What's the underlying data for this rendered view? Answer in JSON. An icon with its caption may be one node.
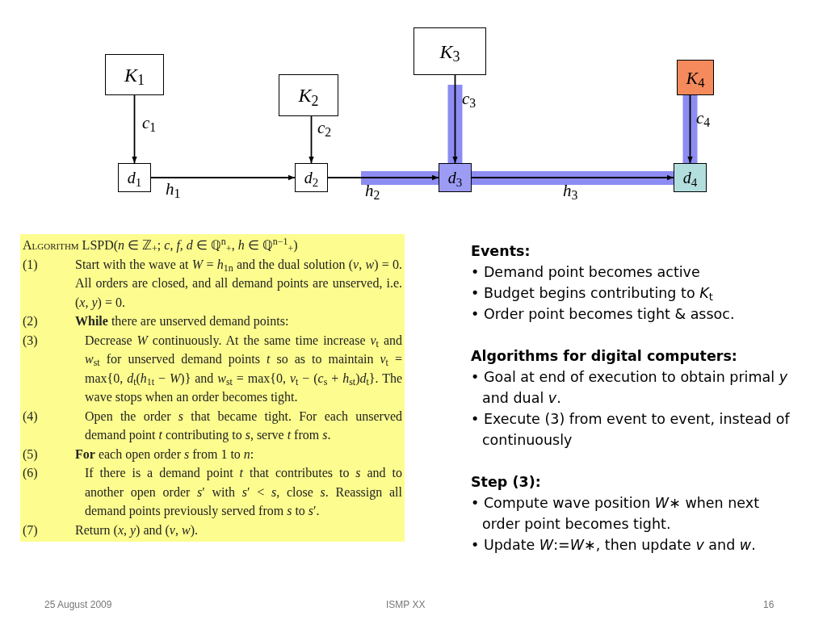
{
  "diagram": {
    "nodes": [
      {
        "text": [
          "*K*$_{1}$"
        ]
      },
      {
        "text": [
          "*K*$_{2}$"
        ]
      },
      {
        "text": [
          "*K*$_{3}$"
        ]
      },
      {
        "text": [
          "*K*$_{4}$"
        ]
      },
      {
        "text": [
          "*d*$_{1}$"
        ]
      },
      {
        "text": [
          "*d*$_{2}$"
        ]
      },
      {
        "text": [
          "*d*$_{3}$"
        ]
      },
      {
        "text": [
          "*d*$_{4}$"
        ]
      },
      {
        "text": [
          "Algorithm LSPD(*n* ∈ ℤ$_{+}$; *c*, *f*, *d* ∈ ℚ$^{n}$$_{+}$, *h* ∈ ℚ$^{n−1}$$_{+}$)",
          "(1)",
          "Start with the wave at *W* = *h*$_{1n}$ and the dual solution (*v*, *w*) = 0. All orders are closed, and all demand points are unserved, i.e. (*x*, *y*) = 0.",
          "(2)",
          "**While** there are unserved demand points:",
          "(3)",
          "Decrease *W* continuously. At the same time increase *v*$_{t}$ and *w*$_{st}$ for unserved demand points *t* so as to maintain *v*$_{t}$ = max{0, *d*$_{t}$(*h*$_{1t}$ − *W*)} and *w*$_{st}$ = max{0, *v*$_{t}$ − (*c*$_{s}$ + *h*$_{st}$)*d*$_{t}$}. The wave stops when an order becomes tight.",
          "(4)",
          "Open the order *s* that became tight. For each unserved demand point *t* contributing to *s*, serve *t* from *s*.",
          "(5)",
          "**For** each open order *s* from 1 to *n*:",
          "(6)",
          "If there is a demand point *t* that contributes to *s* and to another open order *s*′ with *s*′ < *s*, close *s*. Reassign all demand points previously served from *s* to *s*′.",
          "(7)",
          "Return (*x*, *y*) and (*v*, *w*)."
        ]
      }
    ],
    "edges": [
      {
        "from": 0,
        "to": 4,
        "arrow": "to",
        "label": "*c*$_{1}$"
      },
      {
        "from": 1,
        "to": 5,
        "arrow": "to",
        "label": "*c*$_{2}$"
      },
      {
        "from": 2,
        "to": 6,
        "arrow": "to",
        "label": "*c*$_{3}$"
      },
      {
        "from": 3,
        "to": 7,
        "arrow": "to",
        "label": "*c*$_{4}$"
      },
      {
        "from": 4,
        "to": 5,
        "arrow": "to",
        "label": "*h*$_{1}$"
      },
      {
        "from": 5,
        "to": 6,
        "arrow": "to",
        "label": "*h*$_{2}$"
      },
      {
        "from": 6,
        "to": 7,
        "arrow": "to",
        "label": "*h*$_{3}$"
      }
    ],
    "labels": [
      "Events:",
      "• Demand point becomes active",
      "• Budget begins contributing to *K*$_{t}$",
      "• Order point becomes tight & assoc.",
      "Algorithms for digital computers:",
      "• Goal at end of execution to obtain primal *y* and dual *v*.",
      "• Execute (3) from event to event, instead of continuously",
      "Step (3):",
      "• Compute wave position *W*∗ when next order point becomes tight.",
      "• Update *W*:=*W*∗, then update *v* and *w*.",
      "25 August 2009",
      "ISMP XX",
      "16"
    ]
  }
}
